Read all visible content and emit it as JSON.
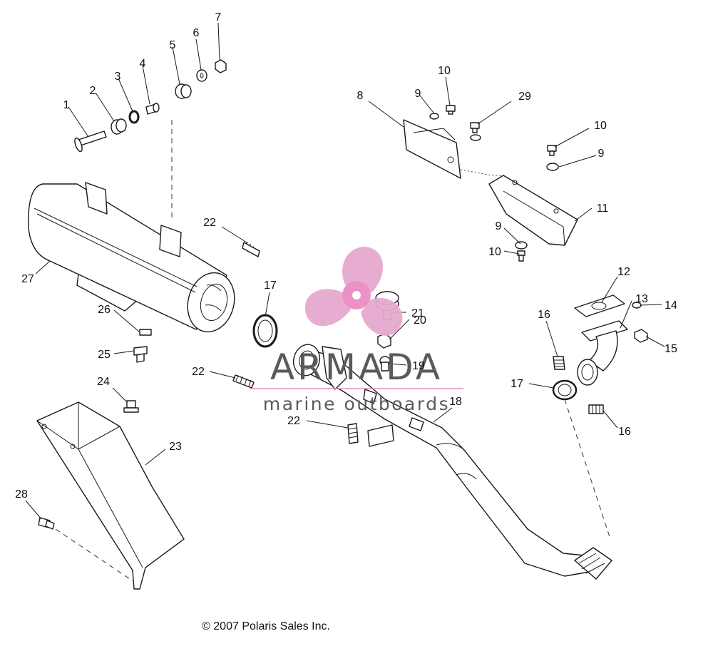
{
  "callouts": [
    "1",
    "2",
    "3",
    "4",
    "5",
    "6",
    "7",
    "8",
    "9",
    "10",
    "29",
    "10",
    "9",
    "11",
    "9",
    "10",
    "22",
    "27",
    "17",
    "21",
    "12",
    "13",
    "14",
    "15",
    "16",
    "26",
    "20",
    "25",
    "22",
    "19",
    "17",
    "24",
    "18",
    "22",
    "16",
    "23",
    "28"
  ],
  "watermark": {
    "name": "ARMADA",
    "tagline": "marine outboards",
    "logo_color": "#e6a9cf",
    "hub_color": "#e98cc2"
  },
  "copyright": "© 2007 Polaris Sales Inc."
}
